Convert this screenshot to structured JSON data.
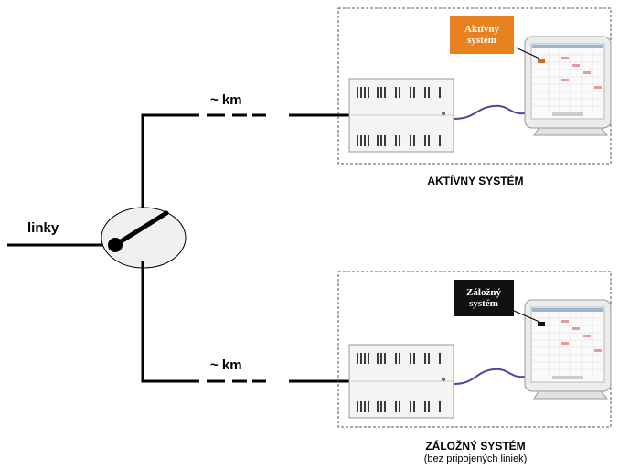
{
  "labels": {
    "lines": "linky",
    "distance_top": "~ km",
    "distance_bottom": "~ km"
  },
  "active": {
    "badge_line1": "Aktívny",
    "badge_line2": "systém",
    "title": "AKTÍVNY SYSTÉM",
    "badge_color": "#e8821e"
  },
  "backup": {
    "badge_line1": "Záložný",
    "badge_line2": "systém",
    "title": "ZÁLOŽNÝ SYSTÉM",
    "note": "(bez pripojených liniek)",
    "badge_color": "#111111"
  },
  "cable_color": "#5a3fa0"
}
